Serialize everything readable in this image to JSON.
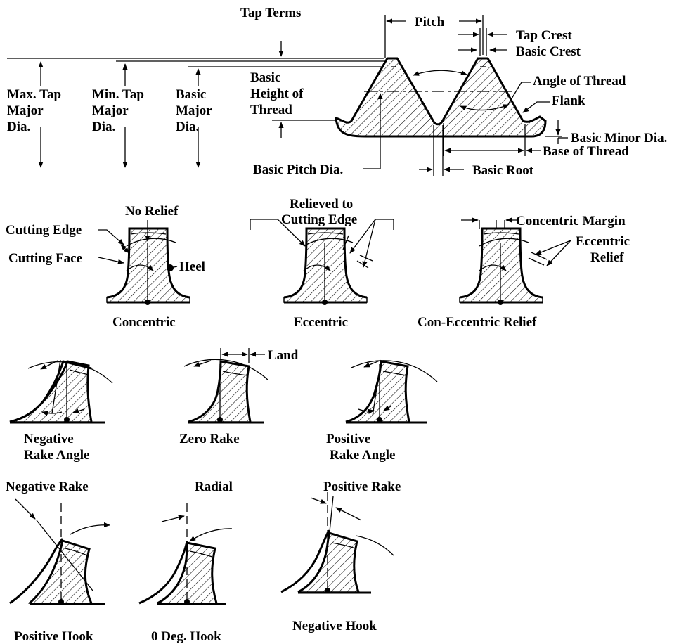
{
  "thread": {
    "title": "Tap Terms",
    "pitch": "Pitch",
    "tap_crest": "Tap Crest",
    "basic_crest": "Basic Crest",
    "angle_of_thread": "Angle of Thread",
    "flank": "Flank",
    "max_tap_major": [
      "Max. Tap",
      "Major",
      "Dia."
    ],
    "min_tap_major": [
      "Min. Tap",
      "Major",
      "Dia."
    ],
    "basic_major": [
      "Basic",
      "Major",
      "Dia."
    ],
    "basic_height": [
      "Basic",
      "Height of",
      "Thread"
    ],
    "basic_minor": "Basic Minor Dia.",
    "base_of_thread": "Base of Thread",
    "basic_pitch_dia": "Basic Pitch Dia.",
    "basic_root": "Basic Root"
  },
  "relief": {
    "no_relief": "No Relief",
    "cutting_edge": "Cutting Edge",
    "cutting_face": "Cutting Face",
    "heel": "Heel",
    "concentric": "Concentric",
    "relieved_to_cutting_edge": [
      "Relieved to",
      "Cutting Edge"
    ],
    "eccentric": "Eccentric",
    "concentric_margin": "Concentric Margin",
    "eccentric_relief": [
      "Eccentric",
      "Relief"
    ],
    "con_eccentric_relief": "Con-Eccentric Relief"
  },
  "rake": {
    "land": "Land",
    "negative_rake_angle": [
      "Negative",
      "Rake Angle"
    ],
    "zero_rake": "Zero Rake",
    "positive_rake_angle": [
      "Positive",
      "Rake Angle"
    ],
    "negative_rake": "Negative Rake",
    "radial": "Radial",
    "positive_rake": "Positive Rake"
  },
  "hook": {
    "positive_hook": "Positive Hook",
    "zero_hook": "0 Deg. Hook",
    "negative_hook": "Negative Hook"
  }
}
